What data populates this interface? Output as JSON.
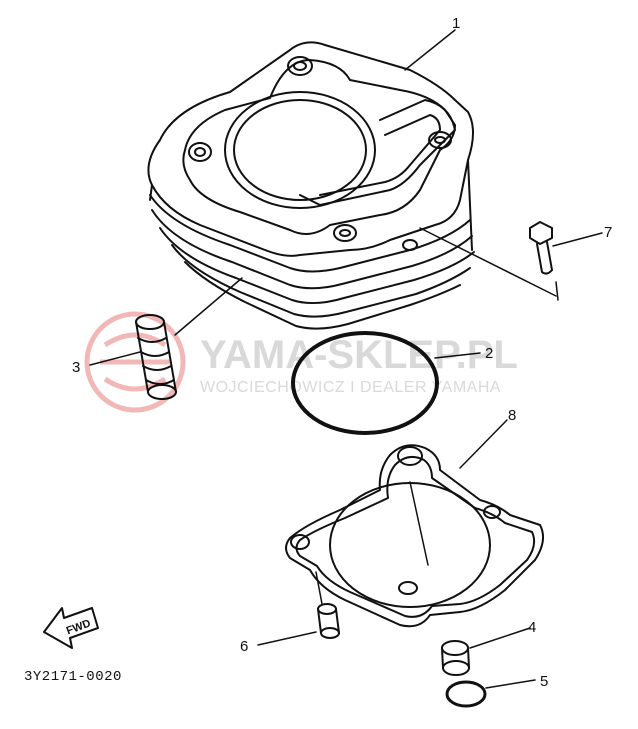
{
  "watermark": {
    "brand": "YAMA-SKLEP.PL",
    "tagline": "WOJCIECHOWICZ I DEALER YAMAHA"
  },
  "callouts": [
    {
      "id": "part-1",
      "number": "1"
    },
    {
      "id": "part-2",
      "number": "2"
    },
    {
      "id": "part-3",
      "number": "3"
    },
    {
      "id": "part-4",
      "number": "4"
    },
    {
      "id": "part-5",
      "number": "5"
    },
    {
      "id": "part-6",
      "number": "6"
    },
    {
      "id": "part-7",
      "number": "7"
    },
    {
      "id": "part-8",
      "number": "8"
    }
  ],
  "fwd_badge": "FWD",
  "diagram_code": "3Y2171-0020",
  "colors": {
    "ink": "#111111",
    "watermark": "#d9d9d9",
    "watermark_logo": "#f2b8b8"
  }
}
